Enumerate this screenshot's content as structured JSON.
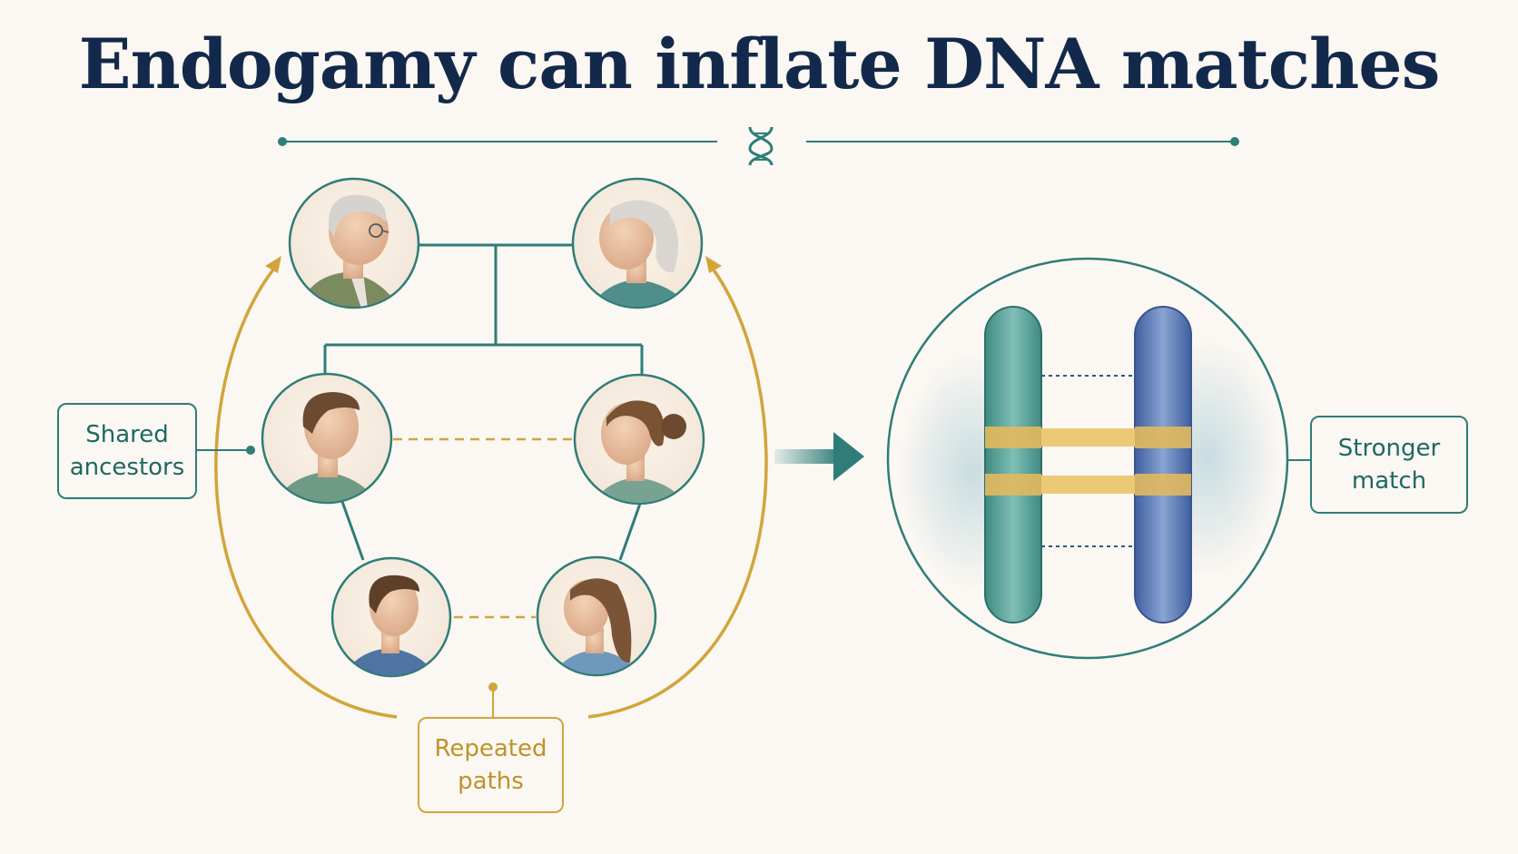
{
  "title": "Endogamy can inflate DNA matches",
  "labels": {
    "shared_ancestors": "Shared ancestors",
    "repeated_paths": "Repeated paths",
    "stronger_match": "Stronger match"
  },
  "people": [
    {
      "id": "grandfather",
      "icon": "older-man-portrait"
    },
    {
      "id": "grandmother",
      "icon": "older-woman-portrait"
    },
    {
      "id": "son",
      "icon": "man-portrait"
    },
    {
      "id": "daughter",
      "icon": "woman-portrait"
    },
    {
      "id": "grandson",
      "icon": "young-man-portrait"
    },
    {
      "id": "granddaughter",
      "icon": "young-woman-portrait"
    }
  ],
  "colors": {
    "title": "#13294b",
    "teal": "#2f7d78",
    "gold": "#d1a53a",
    "chromosome_left": "#4f9a92",
    "chromosome_right": "#4f6fae",
    "background": "#fbf7f2"
  }
}
